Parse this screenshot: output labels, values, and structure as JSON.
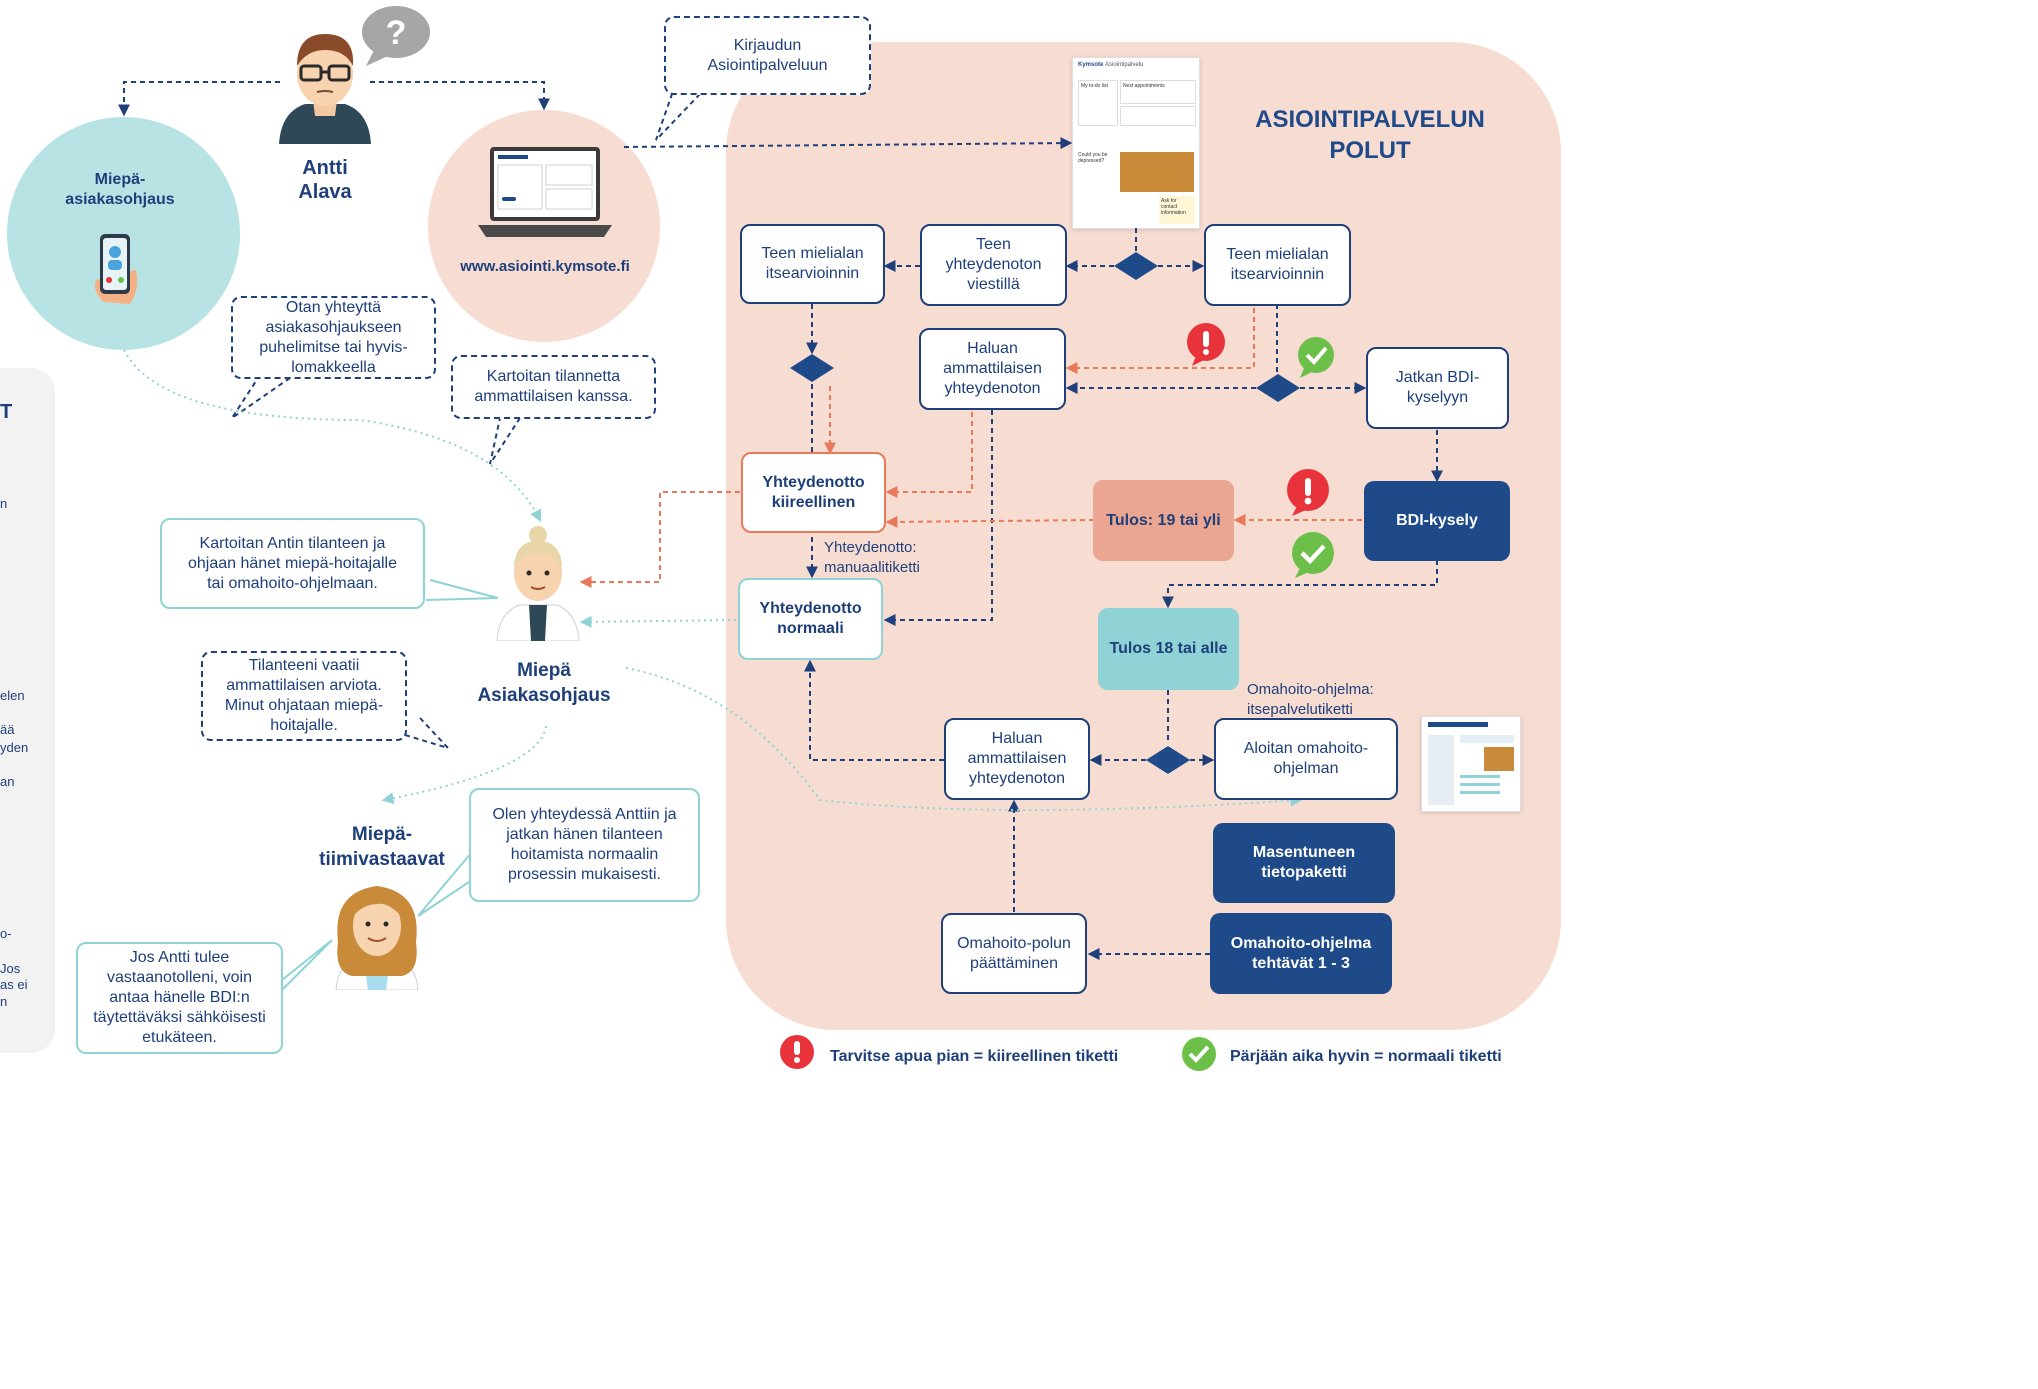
{
  "title": "ASIOINTIPALVELUN POLUT",
  "person": {
    "name": "Antti Alava"
  },
  "left_circle": {
    "label": "Miepä-asiakasohjaus"
  },
  "web_circle": {
    "url": "www.asiointi.kymsote.fi"
  },
  "left_panel": {
    "heading": "T",
    "fragments": [
      "n",
      "elen",
      "ää",
      "yden",
      "an",
      "o-",
      "Jos",
      "as ei",
      "n"
    ]
  },
  "bubbles": {
    "login": "Kirjaudun Asiointipalveluun",
    "contact": "Otan yhteyttä asiakasohjaukseen puhelimitse tai hyvis-lomakkeella",
    "survey": "Kartoitan tilannetta ammattilaisen kanssa.",
    "kartoitan": "Kartoitan Antin tilanteen ja ohjaan hänet miepä-hoitajalle tai omahoito-ohjelmaan.",
    "tilanteeni": "Tilanteeni vaatii ammattilaisen arviota. Minut ohjataan miepä-hoitajalle.",
    "olen": "Olen yhteydessä Anttiin ja jatkan hänen tilanteen hoitamista normaalin prosessin mukaisesti.",
    "jos": "Jos Antti tulee vastaanotolleni, voin antaa hänelle BDI:n täytettäväksi sähköisesti etukäteen."
  },
  "roles": {
    "miepa_asiakasohjaus": "Miepä Asiakasohjaus",
    "tiimivastaavat": "Miepä-tiimivastaavat"
  },
  "nodes": {
    "teen_mielialan_left": "Teen mielialan itsearvioinnin",
    "teen_yhteydenoton": "Teen yhteydenoton viestillä",
    "teen_mielialan_right": "Teen mielialan itsearvioinnin",
    "haluan_top": "Haluan ammattilaisen yhteydenoton",
    "jatkan_bdi": "Jatkan BDI-kyselyyn",
    "kiireellinen": "Yhteydenotto kiireellinen",
    "tulos19": "Tulos: 19 tai yli",
    "bdi_kysely": "BDI-kysely",
    "normaali": "Yhteydenotto normaali",
    "tulos18": "Tulos 18 tai alle",
    "haluan_bottom": "Haluan ammattilaisen yhteydenoton",
    "aloitan": "Aloitan omahoito-ohjelman",
    "masentuneen": "Masentuneen tietopaketti",
    "omahoito_tehtavat": "Omahoito-ohjelma tehtävät 1 - 3",
    "paattaminen": "Omahoito-polun päättäminen"
  },
  "edge_labels": {
    "manuaali": "Yhteydenotto: manuaalitiketti",
    "itsepalvelu": "Omahoito-ohjelma: itsepalvelutiketti"
  },
  "legend": {
    "urgent": "Tarvitse apua pian = kiireellinen tiketti",
    "normal": "Pärjään aika hyvin = normaali tiketti"
  },
  "screenshot": {
    "brand": "Kymsote",
    "heading": "Asiointipalvelu",
    "cards": [
      "My to-do list",
      "Next appointments",
      "Could you be depressed?",
      "Ask for contact information"
    ]
  },
  "colors": {
    "navy": "#1f4a8a",
    "dark_text": "#1f3f7a",
    "orange": "#e8795a",
    "teal": "#8fd3d6",
    "pink_bg": "#f7dcd2",
    "salmon": "#eaa690",
    "red_icon": "#e8333a",
    "green_icon": "#6cc04a"
  },
  "icons": [
    "question-bubble-icon",
    "phone-icon",
    "laptop-icon",
    "alert-icon",
    "check-icon"
  ]
}
